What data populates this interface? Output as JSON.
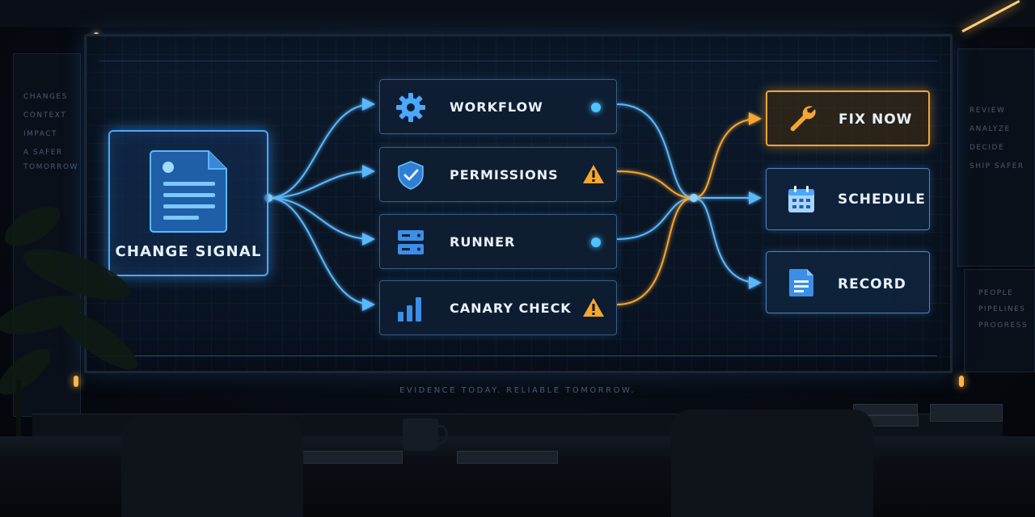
{
  "left_panel": {
    "items": [
      "CHANGES",
      "CONTEXT",
      "IMPACT",
      "A SAFER",
      "TOMORROW"
    ]
  },
  "right_panel_top": {
    "items": [
      "REVIEW",
      "ANALYZE",
      "DECIDE",
      "SHIP SAFER"
    ]
  },
  "right_panel_bottom": {
    "items": [
      "PEOPLE",
      "PIPELINES",
      "PROGRESS"
    ]
  },
  "signal": {
    "label": "CHANGE SIGNAL",
    "icon": "document-icon"
  },
  "checks": [
    {
      "label": "WORKFLOW",
      "icon": "gear-icon",
      "status": "ok"
    },
    {
      "label": "PERMISSIONS",
      "icon": "shield-check-icon",
      "status": "warning"
    },
    {
      "label": "RUNNER",
      "icon": "server-icon",
      "status": "ok"
    },
    {
      "label": "CANARY CHECK",
      "icon": "bar-chart-icon",
      "status": "warning"
    }
  ],
  "outcomes": [
    {
      "label": "FIX NOW",
      "icon": "wrench-icon"
    },
    {
      "label": "SCHEDULE",
      "icon": "calendar-icon"
    },
    {
      "label": "RECORD",
      "icon": "document-icon"
    }
  ],
  "tagline": "EVIDENCE TODAY.   RELIABLE TOMORROW.",
  "colors": {
    "blue": "#4aa8ff",
    "amber": "#f5a632",
    "ok_dot": "#4ec3ff"
  }
}
